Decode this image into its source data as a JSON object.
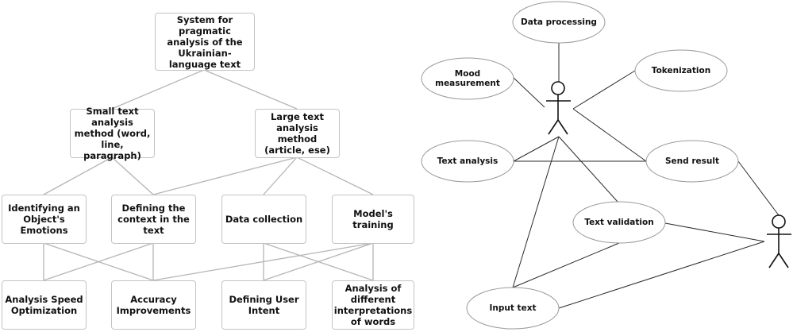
{
  "hierarchy": {
    "root": "System for pragmatic analysis of the Ukrainian-language text",
    "methods": [
      "Small text analysis method (word, line, paragraph)",
      "Large text analysis method (article, ese)"
    ],
    "tasks": [
      "Identifying an Object's Emotions",
      "Defining the context in the text",
      "Data collection",
      "Model's training"
    ],
    "outcomes": [
      "Analysis Speed Optimization",
      "Accuracy Improvements",
      "Defining User Intent",
      "Analysis of different interpretations of words"
    ],
    "links": [
      [
        "root",
        "methods.0"
      ],
      [
        "root",
        "methods.1"
      ],
      [
        "methods.0",
        "tasks.0"
      ],
      [
        "methods.0",
        "tasks.1"
      ],
      [
        "methods.1",
        "tasks.1"
      ],
      [
        "methods.1",
        "tasks.2"
      ],
      [
        "methods.1",
        "tasks.3"
      ],
      [
        "tasks.0",
        "outcomes.0"
      ],
      [
        "tasks.0",
        "outcomes.1"
      ],
      [
        "tasks.1",
        "outcomes.0"
      ],
      [
        "tasks.1",
        "outcomes.1"
      ],
      [
        "tasks.2",
        "outcomes.2"
      ],
      [
        "tasks.2",
        "outcomes.3"
      ],
      [
        "tasks.3",
        "outcomes.1"
      ],
      [
        "tasks.3",
        "outcomes.2"
      ],
      [
        "tasks.3",
        "outcomes.3"
      ]
    ]
  },
  "usecase": {
    "use_cases": [
      {
        "id": "data_processing",
        "label": "Data processing"
      },
      {
        "id": "mood_measurement",
        "label": "Mood measurement"
      },
      {
        "id": "tokenization",
        "label": "Tokenization"
      },
      {
        "id": "text_analysis",
        "label": "Text analysis"
      },
      {
        "id": "send_result",
        "label": "Send result"
      },
      {
        "id": "text_validation",
        "label": "Text validation"
      },
      {
        "id": "input_text",
        "label": "Input text"
      }
    ],
    "actors": [
      "system-actor",
      "user-actor"
    ],
    "links": [
      [
        "system-actor",
        "data_processing"
      ],
      [
        "system-actor",
        "mood_measurement"
      ],
      [
        "system-actor",
        "tokenization"
      ],
      [
        "system-actor",
        "send_result"
      ],
      [
        "system-actor",
        "text_analysis"
      ],
      [
        "system-actor",
        "input_text"
      ],
      [
        "system-actor",
        "text_validation"
      ],
      [
        "text_analysis",
        "send_result"
      ],
      [
        "send_result",
        "user-actor"
      ],
      [
        "text_validation",
        "user-actor"
      ],
      [
        "input_text",
        "user-actor"
      ],
      [
        "input_text",
        "text_validation"
      ]
    ]
  }
}
